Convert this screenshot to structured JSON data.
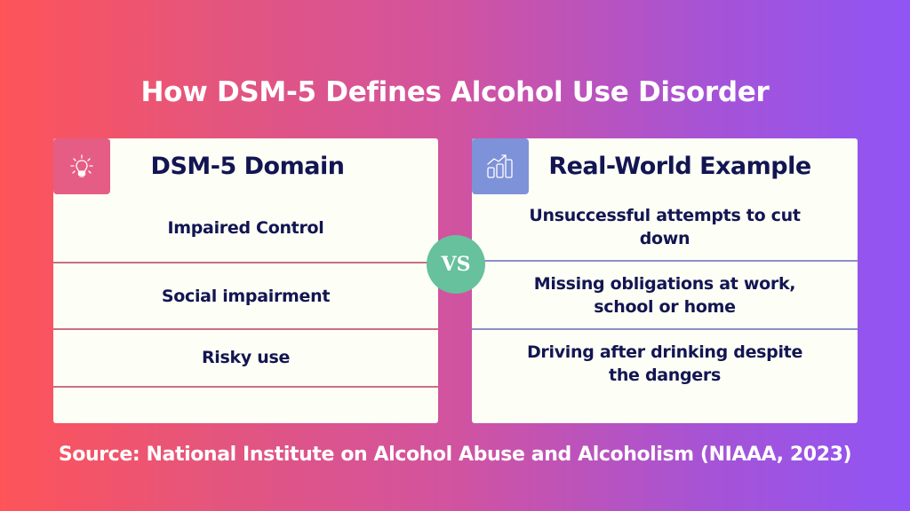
{
  "title": "How DSM-5 Defines Alcohol Use Disorder",
  "colors": {
    "background_start": "#fe5459",
    "background_end": "#8f55f5",
    "card_bg": "#fdfff6",
    "text_dark": "#131552",
    "left_accent": "#e55d85",
    "right_accent": "#7e92d9",
    "vs_badge": "#66c19c"
  },
  "left_card": {
    "icon": "lightbulb-icon",
    "header": "DSM-5 Domain",
    "rows": [
      "Impaired Control",
      "Social impairment",
      "Risky use",
      ""
    ]
  },
  "right_card": {
    "icon": "bar-chart-trend-icon",
    "header": "Real-World Example",
    "rows": [
      "Unsuccessful attempts to cut down",
      "Missing obligations at work, school or home",
      "Driving after drinking despite the dangers"
    ]
  },
  "vs_label": "VS",
  "source": "Source: National Institute on Alcohol Abuse and Alcoholism (NIAAA, 2023)"
}
